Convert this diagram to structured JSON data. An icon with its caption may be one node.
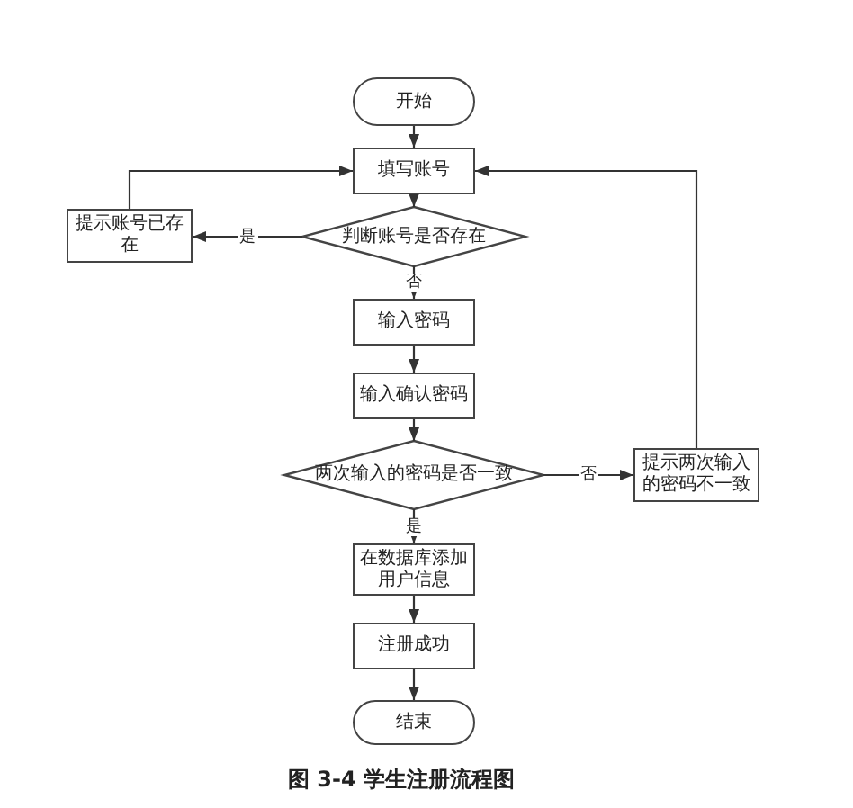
{
  "diagram": {
    "caption": "图 3-4 学生注册流程图",
    "nodes": [
      {
        "text": [
          "开始"
        ]
      },
      {
        "text": [
          "填写账号"
        ]
      },
      {
        "text": [
          "判断账号是否存在"
        ]
      },
      {
        "text": [
          "提示账号已存在"
        ]
      },
      {
        "text": [
          "输入密码"
        ]
      },
      {
        "text": [
          "输入确认密码"
        ]
      },
      {
        "text": [
          "两次输入的密码是否一致"
        ]
      },
      {
        "text": [
          "提示两次输入的密码不一致"
        ]
      },
      {
        "text": [
          "在数据库添加用户信息"
        ]
      },
      {
        "text": [
          "注册成功"
        ]
      },
      {
        "text": [
          "结束"
        ]
      }
    ],
    "edges": [
      {
        "from": 0,
        "to": 1,
        "arrow": "to"
      },
      {
        "from": 1,
        "to": 2,
        "arrow": "to"
      },
      {
        "from": 2,
        "to": 3,
        "arrow": "to",
        "label": "是"
      },
      {
        "from": 3,
        "to": 1,
        "arrow": "to"
      },
      {
        "from": 2,
        "to": 4,
        "arrow": "to",
        "label": "否"
      },
      {
        "from": 4,
        "to": 5,
        "arrow": "to"
      },
      {
        "from": 5,
        "to": 6,
        "arrow": "to"
      },
      {
        "from": 6,
        "to": 7,
        "arrow": "to",
        "label": "否"
      },
      {
        "from": 7,
        "to": 1,
        "arrow": "to"
      },
      {
        "from": 6,
        "to": 8,
        "arrow": "to",
        "label": "是"
      },
      {
        "from": 8,
        "to": 9,
        "arrow": "to"
      },
      {
        "from": 9,
        "to": 10,
        "arrow": "to"
      }
    ]
  }
}
